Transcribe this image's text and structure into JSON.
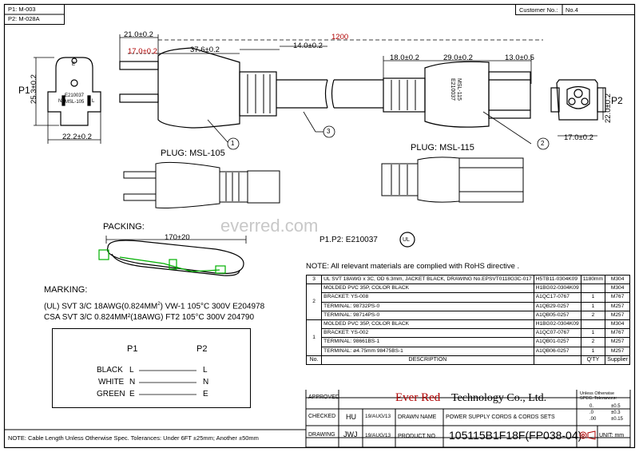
{
  "border": {
    "p1_code": "P1: M-003",
    "p2_code": "P2: M-028A",
    "customer_no_label": "Customer No.:",
    "no_value": "No.4"
  },
  "dimensions": {
    "d21": "21.0±0.2",
    "d17": "17.0±0.2",
    "d376": "37.6±0.2",
    "d1200": "1200",
    "d14": "14.0±0.2",
    "d18": "18.0±0.2",
    "d29": "29.0±0.2",
    "d13": "13.0±0.5",
    "d253": "25.3±0.2",
    "d222": "22.2±0.2",
    "d22v": "22.0±0.2",
    "d17b": "17.0±0.2",
    "d170": "170±20"
  },
  "labels": {
    "p1": "P1",
    "p2": "P2",
    "callout1": "1",
    "callout2": "2",
    "callout3": "3",
    "plug_105": "PLUG: MSL-105",
    "plug_115": "PLUG: MSL-115",
    "packing": "PACKING:",
    "watermark": "everred.com",
    "approval": "P1.P2: E210037",
    "ul_mark": "UL",
    "face_e": "E",
    "face_n": "N",
    "face_l": "L",
    "face_cert": "E210037",
    "face_model": "MSL-105",
    "side_cert": "MSL-115",
    "side_num": "E210037"
  },
  "marking": {
    "title": "MARKING:",
    "line1_a": "(UL) SVT 3/C 18AWG(0.824MM",
    "line1_sup": "2",
    "line1_b": ") VW-1 105°C 300V  E204978",
    "line2": "CSA SVT 3/C 0.824MM²(18AWG) FT2 105°C 300V 204790"
  },
  "wiring": {
    "p1": "P1",
    "p2": "P2",
    "rows": [
      {
        "color": "BLACK",
        "p1": "L",
        "p2": "L"
      },
      {
        "color": "WHITE",
        "p1": "N",
        "p2": "N"
      },
      {
        "color": "GREEN",
        "p1": "E",
        "p2": "E"
      }
    ]
  },
  "note_rohs": "NOTE: All relevant materials are complied with RoHS directive .",
  "bom": {
    "rows": [
      {
        "no": "3",
        "desc": "UL SVT 18AWG x 3C, OD 6.3mm, JACKET BLACK, DRAWING No.EPSVT0118G3C-017",
        "code": "H5TB11-0304K09",
        "qty": "1180mm",
        "supplier": "M304"
      },
      {
        "no": "",
        "desc": "MOLDED PVC 35P, COLOR BLACK",
        "code": "H1BG02-0304K09",
        "qty": "",
        "supplier": "M304"
      },
      {
        "no": "2",
        "desc": "BRACKET: YS-008",
        "code": "A1QC17-0767",
        "qty": "1",
        "supplier": "M767"
      },
      {
        "no": "",
        "desc": "TERMINAL: 98732PS-0",
        "code": "A1QB29-0257",
        "qty": "1",
        "supplier": "M257"
      },
      {
        "no": "",
        "desc": "TERMINAL: 98714PS-0",
        "code": "A1QB05-0257",
        "qty": "2",
        "supplier": "M257"
      },
      {
        "no": "",
        "desc": "MOLDED PVC 35P, COLOR BLACK",
        "code": "H1BG02-0304K09",
        "qty": "",
        "supplier": "M304"
      },
      {
        "no": "1",
        "desc": "BRACKET: YS-002",
        "code": "A1QC07-0767",
        "qty": "1",
        "supplier": "M767"
      },
      {
        "no": "",
        "desc": "TERMINAL: 98661BS-1",
        "code": "A1QB01-0257",
        "qty": "2",
        "supplier": "M257"
      },
      {
        "no": "",
        "desc": "TERMINAL: ø4.75mm 98475BS-1",
        "code": "A1QB06-0257",
        "qty": "1",
        "supplier": "M257"
      }
    ],
    "header": {
      "no": "No.",
      "desc": "DESCRIPTION",
      "qty": "Q'TY",
      "supplier": "Supplier"
    }
  },
  "titleblock": {
    "approved": "APPROVED",
    "checked": "CHECKED",
    "drawing": "DRAWING",
    "company_a": "Ever Red",
    "company_b": "Technology Co., Ltd.",
    "checker": "HU",
    "drawer": "JWJ",
    "date1": "19/AUG/13",
    "date2": "19/AUG/13",
    "drawing_name_label": "DRAWN NAME",
    "drawing_name": "POWER SUPPLY CORDS & CORDS SETS",
    "product_no_label": "PRODUCT NO.",
    "product_no": "105115B1F18F(FP038-04)",
    "unit": "UNIT: mm",
    "tol_title_1": "Unless Otherwise",
    "tol_title_2": "SPEC. Tolerances:",
    "tol": [
      [
        "0.",
        "±0.5"
      ],
      [
        ".0",
        "±0.3"
      ],
      [
        ".00",
        "±0.15"
      ]
    ]
  },
  "bottom_note": "NOTE: Cable Length Unless Otherwise Spec. Tolerances: Under 6FT ±25mm;   Another ±50mm"
}
